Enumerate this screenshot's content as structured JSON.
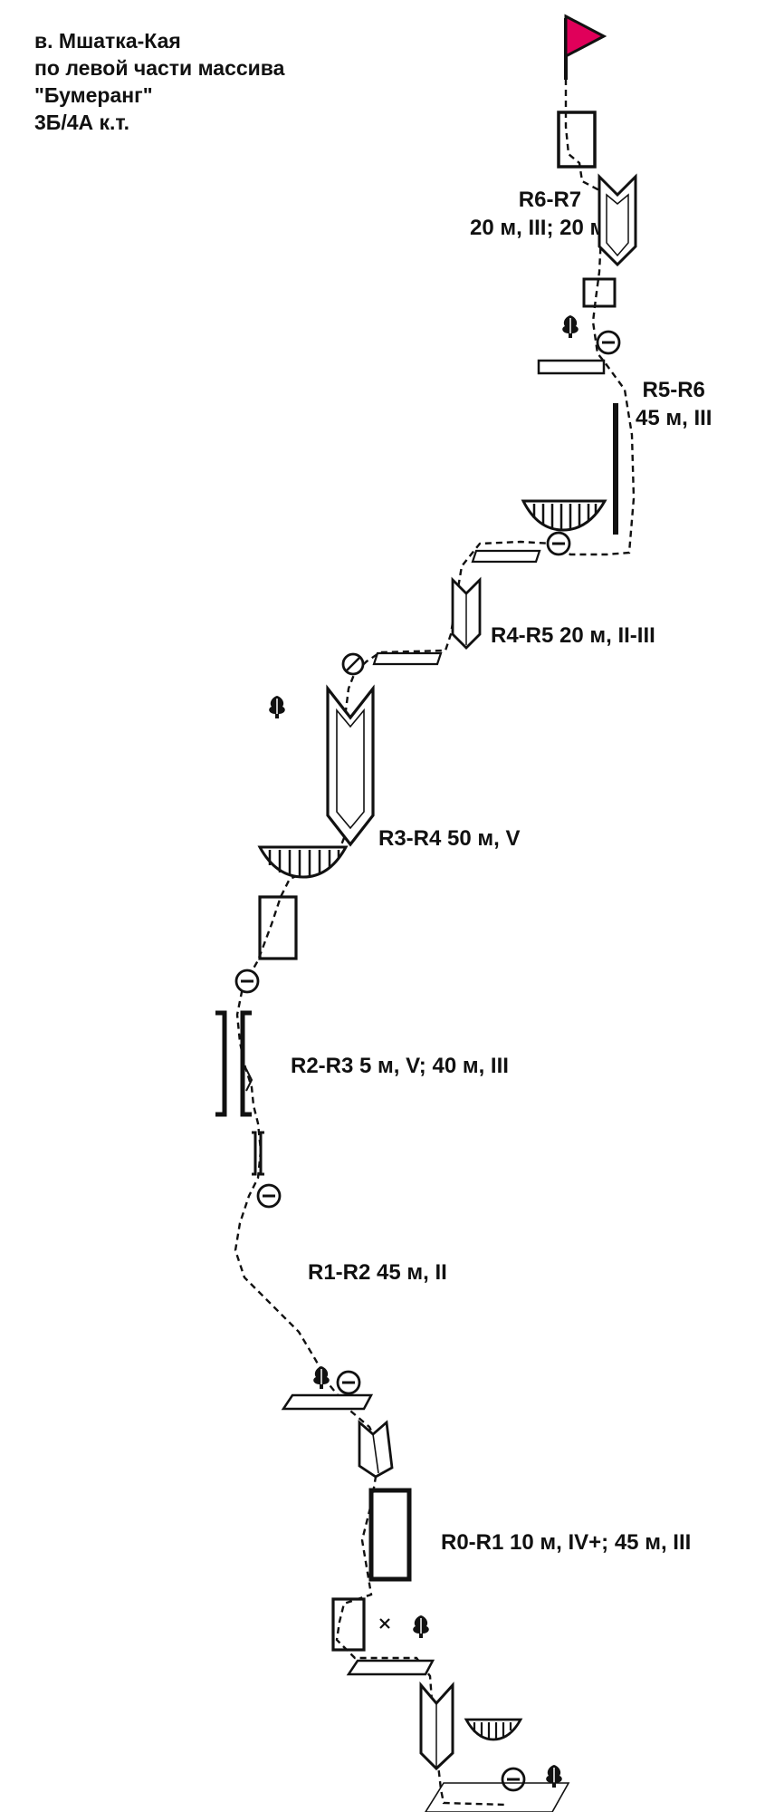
{
  "header": {
    "peak": "в. Мшатка-Кая",
    "route": "по левой части массива",
    "name": "\"Бумеранг\"",
    "grade": "3Б/4А к.т."
  },
  "pitches": [
    {
      "id": "R6-R7",
      "lines": [
        "R6-R7",
        "20 м, III; 20 м, II"
      ]
    },
    {
      "id": "R5-R6",
      "lines": [
        "R5-R6",
        "45 м, III"
      ]
    },
    {
      "id": "R4-R5",
      "lines": [
        "R4-R5 20 м, II-III"
      ]
    },
    {
      "id": "R3-R4",
      "lines": [
        "R3-R4 50 м, V"
      ]
    },
    {
      "id": "R2-R3",
      "lines": [
        "R2-R3 5 м, V; 40 м, III"
      ]
    },
    {
      "id": "R1-R2",
      "lines": [
        "R1-R2 45 м, II"
      ]
    },
    {
      "id": "R0-R1",
      "lines": [
        "R0-R1 10 м, IV+; 45 м, III"
      ]
    }
  ],
  "colors": {
    "flag": "#e0005a",
    "ink": "#111111"
  }
}
